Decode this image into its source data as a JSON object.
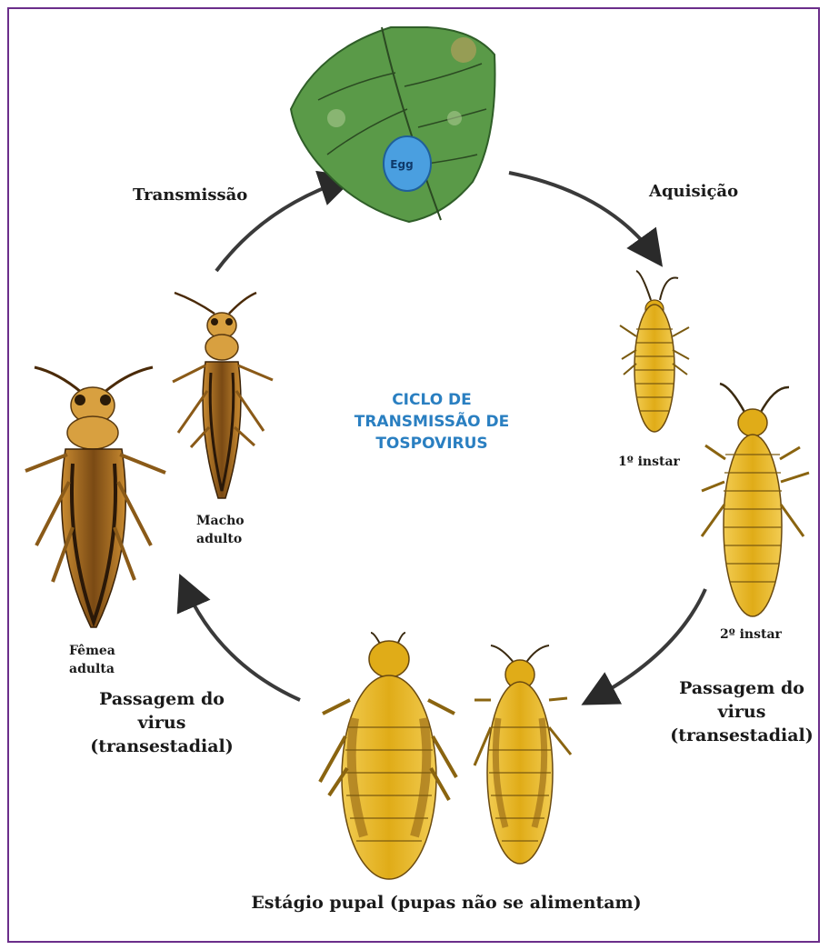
{
  "diagram": {
    "title_lines": [
      "CICLO DE",
      "TRANSMISSÃO DE",
      "TOSPOVIRUS"
    ],
    "egg_label": "Egg",
    "transmissao": "Transmissão",
    "aquisicao": "Aquisição",
    "instar1": "1º instar",
    "instar2": "2º instar",
    "macho": [
      "Macho",
      "adulto"
    ],
    "femea": [
      "Fêmea",
      "adulta"
    ],
    "passagem_right": [
      "Passagem do",
      "virus",
      "(transestadial)"
    ],
    "passagem_left": [
      "Passagem do",
      "virus",
      "(transestadial)"
    ],
    "pupal": "Estágio pupal (pupas não se alimentam)"
  },
  "colors": {
    "border": "#6b2e8a",
    "title": "#2a7fc1",
    "leaf": "#5a9a48",
    "egg": "#4a9fe0",
    "larva": "#e8b820",
    "adult": "#b57a2a"
  }
}
